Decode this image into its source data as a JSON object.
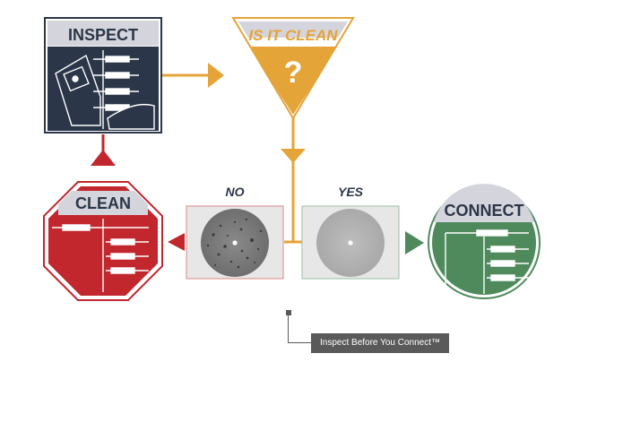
{
  "diagram": {
    "inspect_label": "INSPECT",
    "decision_label": "IS IT CLEAN",
    "decision_symbol": "?",
    "no_label": "NO",
    "yes_label": "YES",
    "clean_label": "CLEAN",
    "connect_label": "CONNECT",
    "tooltip": "Inspect Before You Connect™"
  },
  "colors": {
    "navy": "#2b3648",
    "orange": "#e4a437",
    "red": "#c1272d",
    "green": "#4e8a5c",
    "label_band": "#d3d4dc",
    "tooltip_bg": "#5a5a5a"
  },
  "icons": [
    "fiber-scope-icon",
    "question-mark-icon",
    "dirty-fiber-end-face",
    "clean-fiber-end-face",
    "fiber-connectors-icon"
  ]
}
